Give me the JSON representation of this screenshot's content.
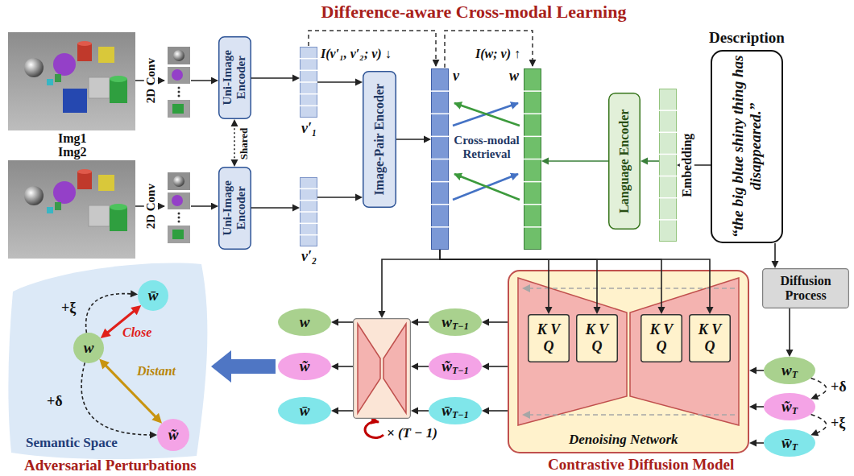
{
  "diagram": {
    "title": "Difference-aware Cross-modal Learning",
    "nodes": [
      {
        "text": [
          "Uni-Image Encoder"
        ]
      },
      {
        "text": [
          "Uni-Image Encoder"
        ]
      },
      {
        "text": [
          "v′₁"
        ]
      },
      {
        "text": [
          "v′₂"
        ]
      },
      {
        "text": [
          "Image-Pair Encoder"
        ]
      },
      {
        "text": [
          "v"
        ]
      },
      {
        "text": [
          "w"
        ]
      },
      {
        "text": [
          "Language Encoder"
        ]
      },
      {
        "text": [
          "Embedding"
        ]
      },
      {
        "text": [
          "Description",
          "“the big blue shiny thing has disappeared.”"
        ]
      },
      {
        "text": [
          "Diffusion Process"
        ]
      },
      {
        "text": [
          "Semantic Space"
        ]
      },
      {
        "text": [
          "w̄"
        ],
        "in": 11
      },
      {
        "text": [
          "w"
        ],
        "in": 11
      },
      {
        "text": [
          "w̃"
        ],
        "in": 11
      },
      {
        "text": [
          "w"
        ]
      },
      {
        "text": [
          "w̃"
        ]
      },
      {
        "text": [
          "w̄"
        ]
      },
      {
        "text": [
          "× (T − 1)"
        ]
      },
      {
        "text": [
          "w",
          "T−1"
        ]
      },
      {
        "text": [
          "w̃",
          "T−1"
        ]
      },
      {
        "text": [
          "w̄",
          "T−1"
        ]
      },
      {
        "text": [
          "Denoising Network"
        ]
      },
      {
        "text": [
          "K V Q"
        ],
        "in": 22
      },
      {
        "text": [
          "K V Q"
        ],
        "in": 22
      },
      {
        "text": [
          "K V Q"
        ],
        "in": 22
      },
      {
        "text": [
          "K V Q"
        ],
        "in": 22
      },
      {
        "text": [
          "w",
          "T"
        ]
      },
      {
        "text": [
          "w̃",
          "T"
        ]
      },
      {
        "text": [
          "w̄",
          "T"
        ]
      }
    ],
    "edges": [
      {
        "from": 0,
        "to": 2,
        "arrow": "to"
      },
      {
        "from": 1,
        "to": 3,
        "arrow": "to"
      },
      {
        "from": 2,
        "to": 4,
        "arrow": "to"
      },
      {
        "from": 3,
        "to": 4,
        "arrow": "to"
      },
      {
        "from": 4,
        "to": 5,
        "arrow": "to"
      },
      {
        "from": 0,
        "to": 1,
        "label": "Shared",
        "arrow": "both"
      },
      {
        "from": 9,
        "to": 8,
        "arrow": "to"
      },
      {
        "from": 8,
        "to": 7,
        "arrow": "to"
      },
      {
        "from": 7,
        "to": 6,
        "arrow": "to"
      },
      {
        "from": 9,
        "to": 10,
        "arrow": "to"
      },
      {
        "from": 10,
        "to": 27,
        "arrow": "to"
      },
      {
        "from": 27,
        "to": 28,
        "label": "+δ",
        "arrow": "to"
      },
      {
        "from": 28,
        "to": 29,
        "label": "+ξ",
        "arrow": "to"
      },
      {
        "from": 27,
        "to": 22,
        "arrow": "to"
      },
      {
        "from": 28,
        "to": 22,
        "arrow": "to"
      },
      {
        "from": 29,
        "to": 22,
        "arrow": "to"
      },
      {
        "from": 5,
        "to": 23,
        "arrow": "to"
      },
      {
        "from": 5,
        "to": 24,
        "arrow": "to"
      },
      {
        "from": 5,
        "to": 25,
        "arrow": "to"
      },
      {
        "from": 5,
        "to": 26,
        "arrow": "to"
      },
      {
        "from": 5,
        "to": 18,
        "arrow": "to"
      },
      {
        "from": 22,
        "to": 19,
        "arrow": "to"
      },
      {
        "from": 22,
        "to": 20,
        "arrow": "to"
      },
      {
        "from": 22,
        "to": 21,
        "arrow": "to"
      },
      {
        "from": 19,
        "to": 18,
        "arrow": "to"
      },
      {
        "from": 20,
        "to": 18,
        "arrow": "to"
      },
      {
        "from": 21,
        "to": 18,
        "arrow": "to"
      },
      {
        "from": 18,
        "to": 15,
        "arrow": "to"
      },
      {
        "from": 18,
        "to": 16,
        "arrow": "to"
      },
      {
        "from": 18,
        "to": 17,
        "arrow": "to"
      },
      {
        "from": 13,
        "to": 12,
        "label": "Close",
        "arrow": "both"
      },
      {
        "from": 13,
        "to": 14,
        "label": "Distant",
        "arrow": "both"
      },
      {
        "from": 13,
        "to": 12,
        "label": "+ξ",
        "arrow": "to"
      },
      {
        "from": 13,
        "to": 14,
        "label": "+δ",
        "arrow": "to"
      }
    ],
    "labels": [
      "Img1",
      "Img2",
      "2D Conv",
      "2D Conv",
      "I(v′₁, v′₂; v) ↓",
      "I(w; v) ↑",
      "Cross-modal Retrieval",
      "Adversarial Perturbations",
      "Contrastive Diffusion Model"
    ]
  }
}
